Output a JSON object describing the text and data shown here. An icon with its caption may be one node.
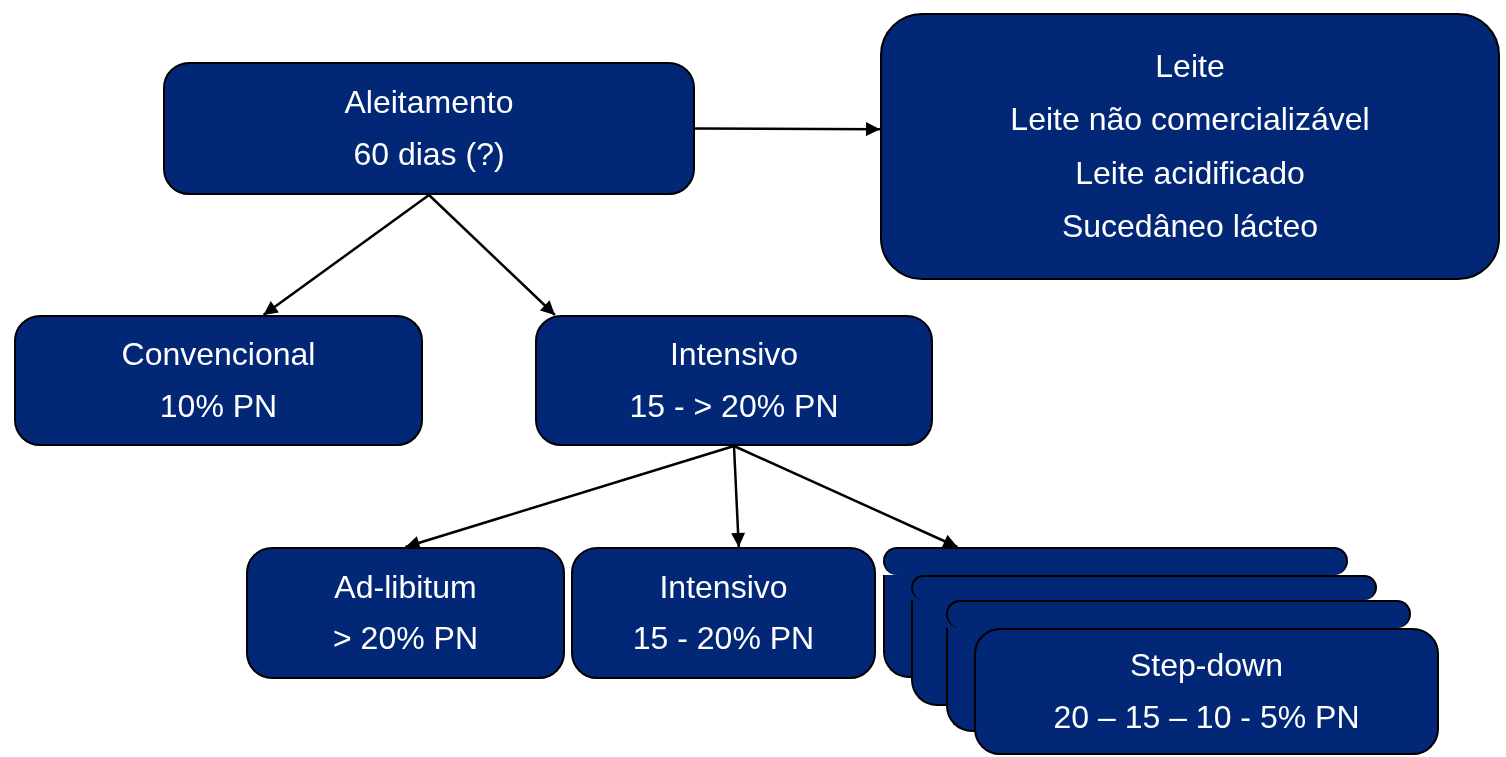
{
  "diagram": {
    "nodes": [
      {
        "text": [
          "Aleitamento",
          "60 dias (?)"
        ]
      },
      {
        "text": [
          "Leite",
          "Leite não comercializável",
          "Leite acidificado",
          "Sucedâneo lácteo"
        ]
      },
      {
        "text": [
          "Convencional",
          "10% PN"
        ]
      },
      {
        "text": [
          "Intensivo",
          "15 - > 20% PN"
        ]
      },
      {
        "text": [
          "Ad-libitum",
          "> 20% PN"
        ]
      },
      {
        "text": [
          "Intensivo",
          "15 - 20% PN"
        ]
      },
      {
        "text": [],
        "shape": "box"
      },
      {
        "text": [],
        "shape": "box"
      },
      {
        "text": [],
        "shape": "box"
      },
      {
        "text": [
          "Step-down",
          "20 – 15 – 10 - 5% PN"
        ]
      }
    ],
    "edges": [
      {
        "from": 0,
        "to": 1,
        "arrow": "to"
      },
      {
        "from": 0,
        "to": 2,
        "arrow": "to"
      },
      {
        "from": 0,
        "to": 3,
        "arrow": "to"
      },
      {
        "from": 3,
        "to": 4,
        "arrow": "to"
      },
      {
        "from": 3,
        "to": 5,
        "arrow": "to"
      },
      {
        "from": 3,
        "to": 6,
        "arrow": "to"
      }
    ]
  }
}
